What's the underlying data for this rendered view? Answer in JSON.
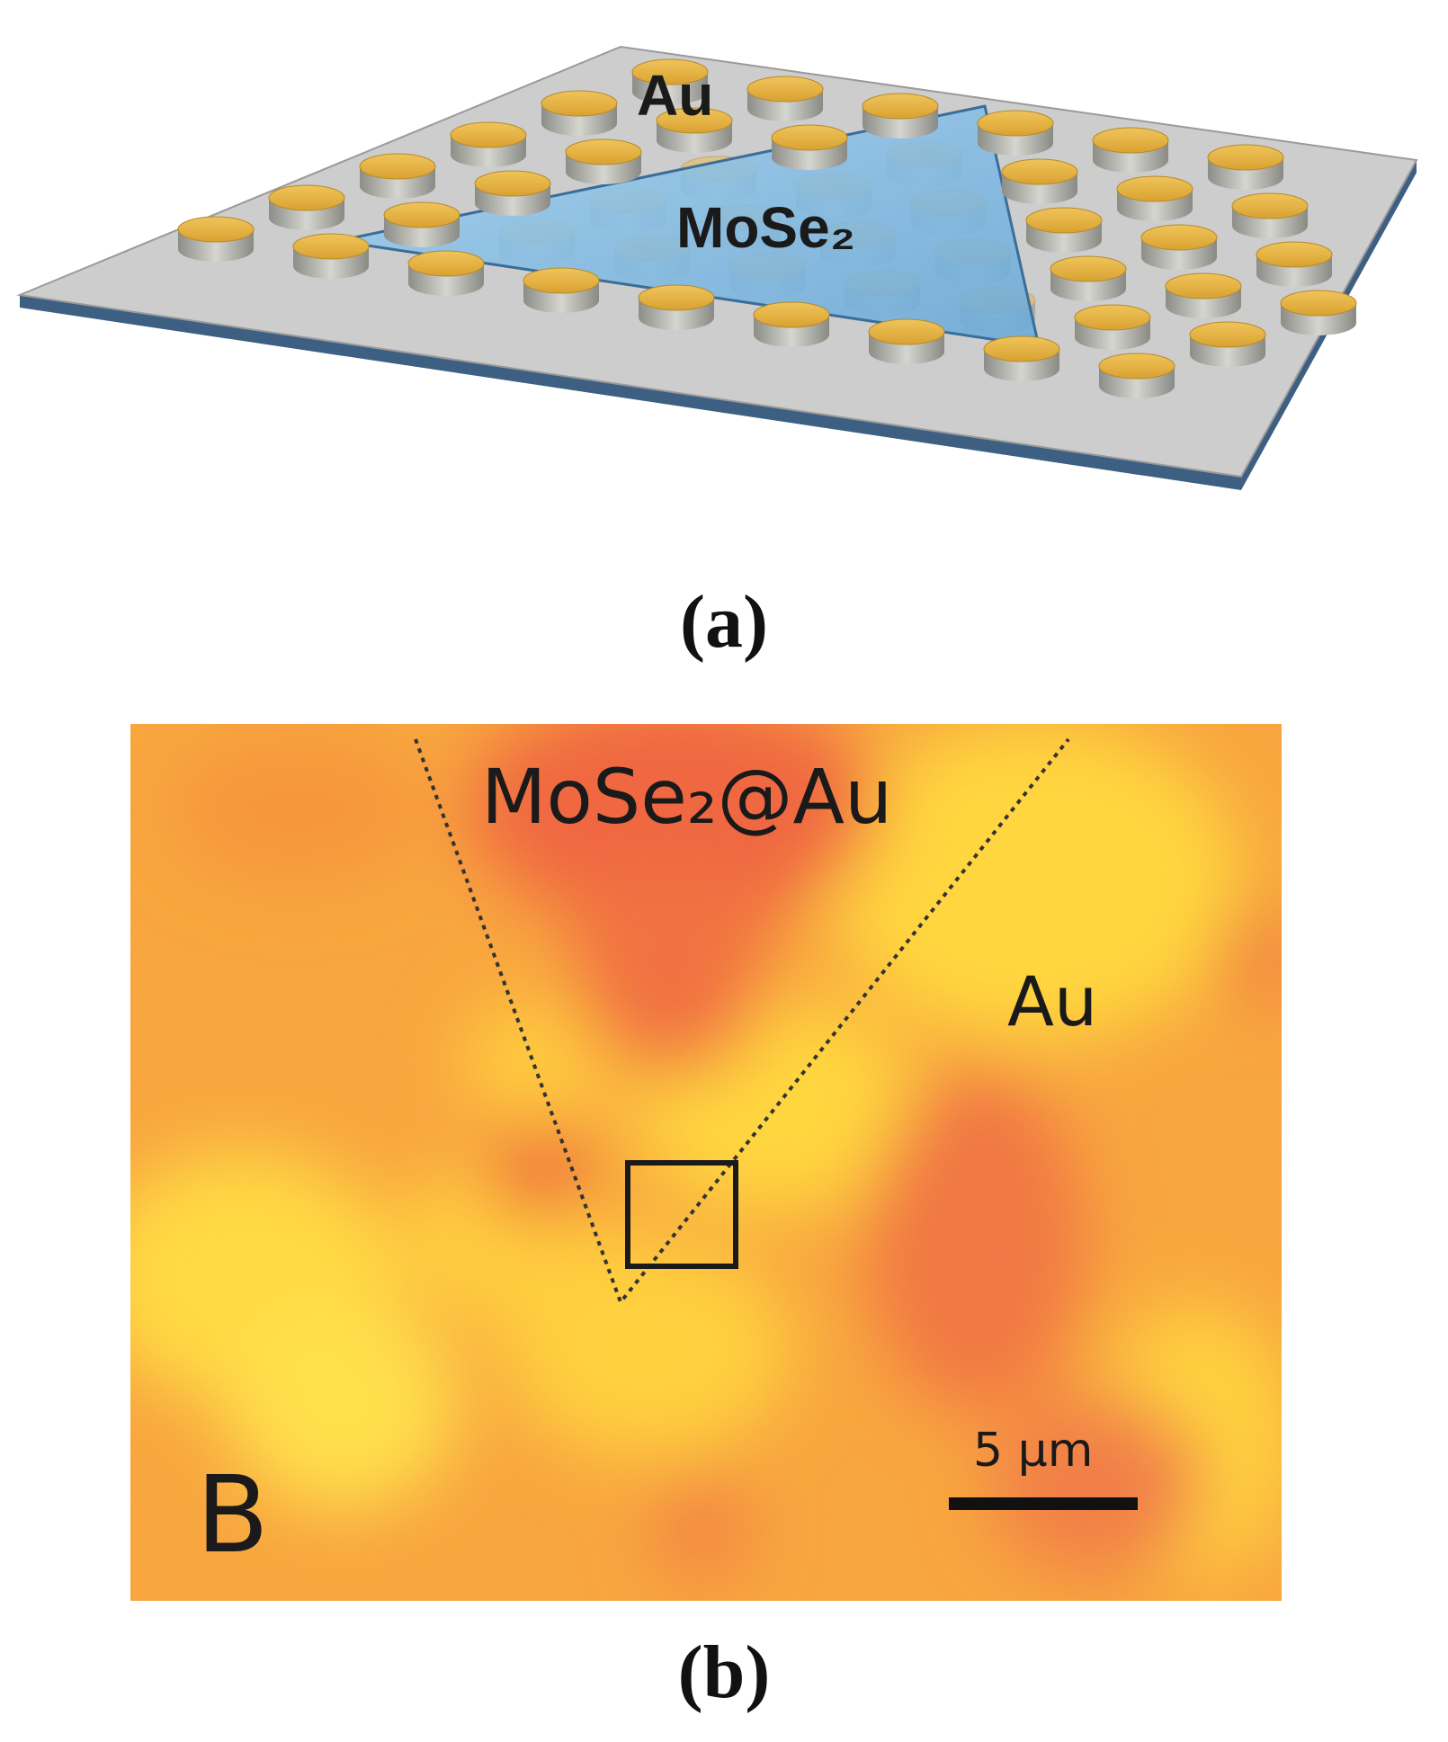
{
  "panel_a": {
    "caption": "(a)",
    "label_au": "Au",
    "label_mose2": "MoSe₂",
    "colors": {
      "substrate_top": "#cfcfcf",
      "substrate_edge": "#3d5f82",
      "disk_top": "#e2b040",
      "disk_side": "#a8a8a0",
      "flake": "#8ec3e6"
    }
  },
  "panel_b": {
    "caption": "(b)",
    "panel_letter": "B",
    "label_region": "MoSe₂@Au",
    "label_au": "Au",
    "scale_bar_label": "5 μm",
    "colors": {
      "map_base": "#f7a33b",
      "map_low": "#ffe040",
      "map_high": "#ec5a3a",
      "outline": "#333333"
    }
  }
}
